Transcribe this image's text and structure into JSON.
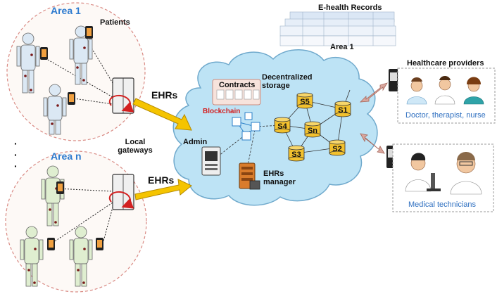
{
  "areas": {
    "area1": "Area 1",
    "arean": "Area n",
    "dots": [
      "·",
      "·",
      "·"
    ]
  },
  "labels": {
    "patients": "Patients",
    "ehrs_top": "EHRs",
    "ehrs_bottom": "EHRs",
    "local_gateways": "Local gateways",
    "contracts": "Contracts",
    "blockchain": "Blockchain",
    "admin": "Admin",
    "ehrs_manager": "EHRs manager",
    "decentralized_storage": "Decentralized storage",
    "erecords_title": "E-health Records",
    "erecords_area": "Area 1",
    "providers_title": "Healthcare providers",
    "providers_caption": "Doctor, therapist, nurse",
    "technicians_caption": "Medical technicians"
  },
  "storage_nodes": [
    "S1",
    "S2",
    "S3",
    "S4",
    "S5",
    "Sn"
  ],
  "colors": {
    "area_title": "#2e7bcf",
    "cloud_fill": "#bde3f5",
    "cloud_stroke": "#6fa9cc",
    "node_fill": "#f2c12e",
    "arrow_fill": "#f5c400",
    "link_arrow": "#d9a79e",
    "blockchain": "#d32020",
    "caption_blue": "#2e6fc0"
  }
}
